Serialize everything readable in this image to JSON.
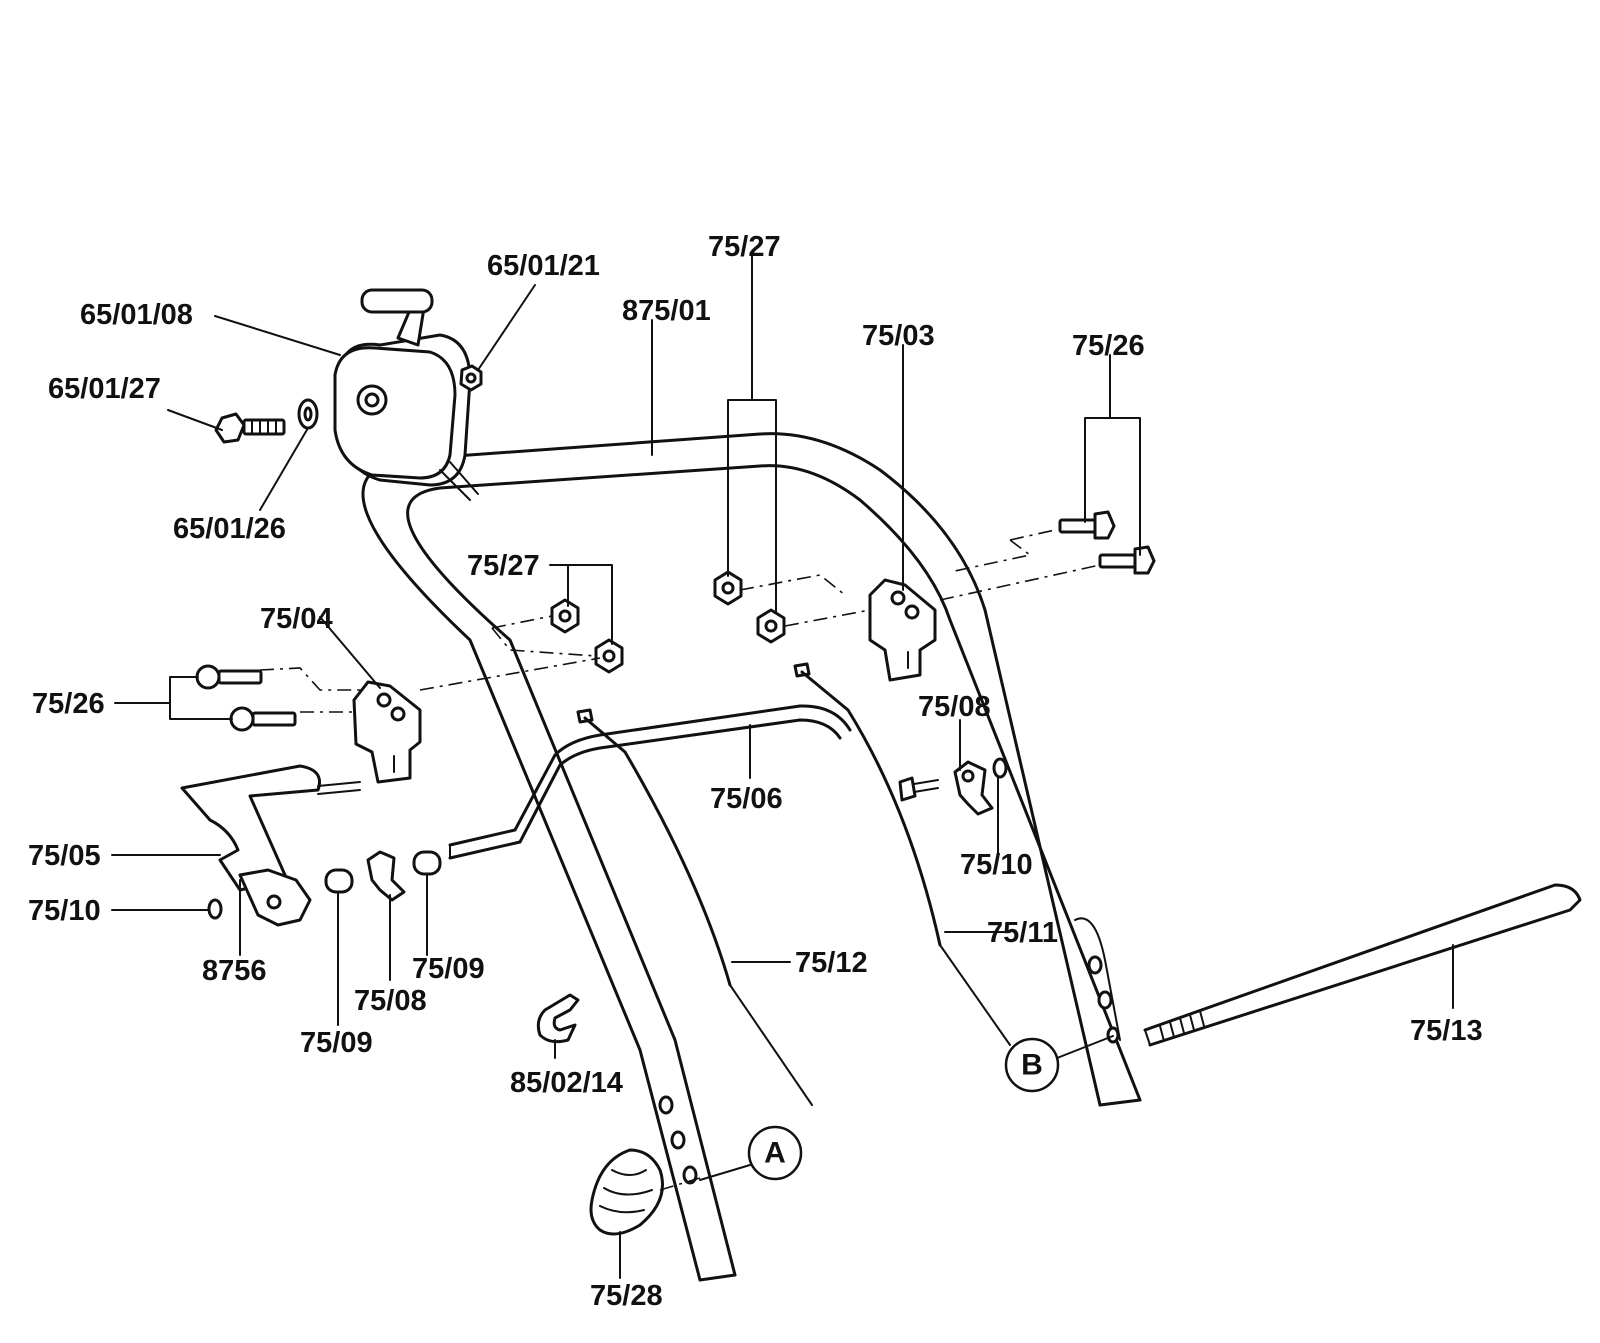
{
  "labels": {
    "p_65_01_21": "65/01/21",
    "p_65_01_08": "65/01/08",
    "p_65_01_27": "65/01/27",
    "p_65_01_26": "65/01/26",
    "p_875_01": "875/01",
    "p_75_27_top": "75/27",
    "p_75_03": "75/03",
    "p_75_26_right": "75/26",
    "p_75_27_mid": "75/27",
    "p_75_04": "75/04",
    "p_75_26_left": "75/26",
    "p_75_08_right": "75/08",
    "p_75_06": "75/06",
    "p_75_05": "75/05",
    "p_75_10_right": "75/10",
    "p_75_10_left": "75/10",
    "p_8756": "8756",
    "p_75_09_right": "75/09",
    "p_75_08_left": "75/08",
    "p_75_09_left": "75/09",
    "p_75_11": "75/11",
    "p_75_12": "75/12",
    "p_75_13": "75/13",
    "p_85_02_14": "85/02/14",
    "p_75_28": "75/28"
  },
  "callouts": {
    "a": "A",
    "b": "B"
  },
  "colors": {
    "line": "#111111",
    "background": "#ffffff"
  }
}
